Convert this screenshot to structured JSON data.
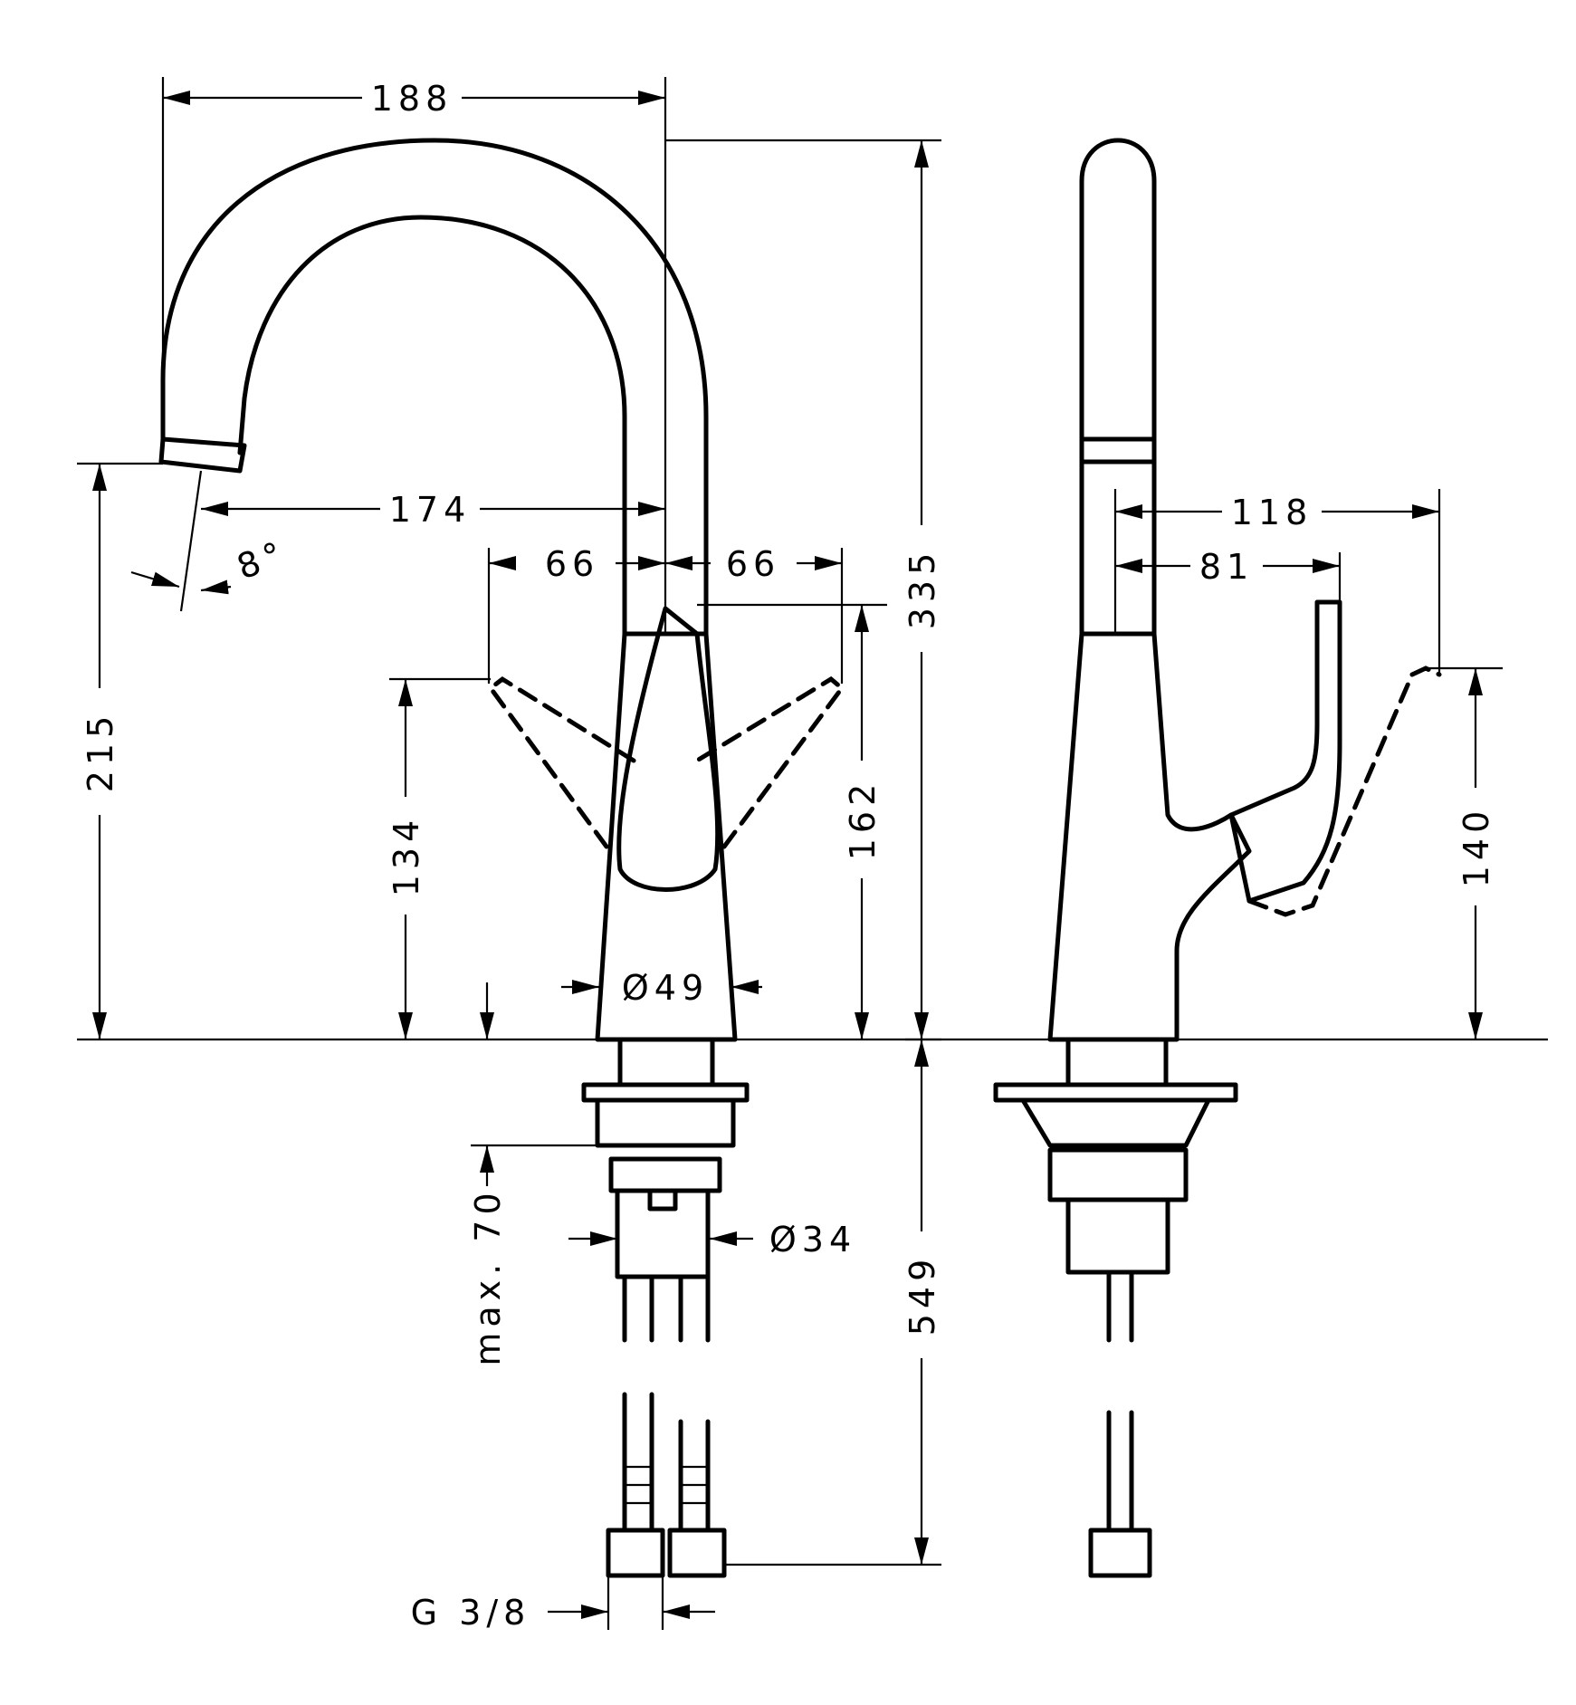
{
  "drawing": {
    "front_view": {
      "dimensions": {
        "spout_width": "188",
        "spout_reach": "174",
        "lever_swing_left": "66",
        "lever_swing_right": "66",
        "spout_tilt": "8°",
        "outlet_height": "215",
        "total_height": "335",
        "lever_height": "134",
        "lever_max_height": "162",
        "body_diameter": "Ø49",
        "counter_thickness": "max. 70",
        "shank_diameter": "Ø34",
        "hose_length": "549",
        "connection_thread": "G 3/8"
      }
    },
    "side_view": {
      "dimensions": {
        "lever_throw": "118",
        "lever_depth": "81",
        "lever_top_height": "140"
      }
    },
    "line_color": "#000000",
    "background_color": "#ffffff"
  }
}
